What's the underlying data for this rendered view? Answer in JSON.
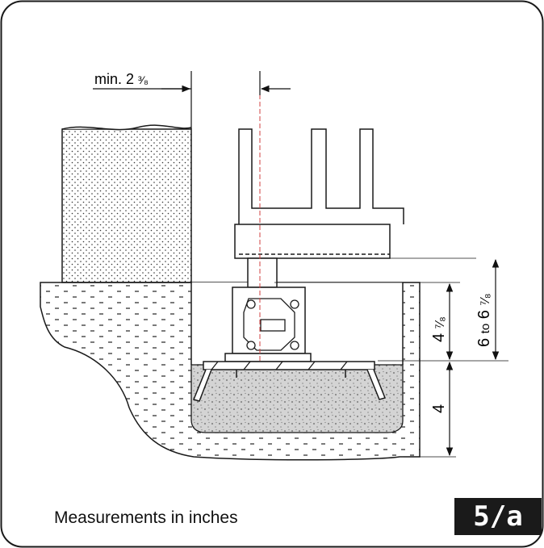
{
  "figure": {
    "caption": "Measurements in inches",
    "tag": "5/a"
  },
  "dimensions": {
    "offset_label": "min. 2 ³⁄₈",
    "offset_main": "min. 2",
    "offset_frac": "³⁄₈",
    "gearbox_height": "4 ⁷⁄₈",
    "gearbox_height_main": "4",
    "gearbox_height_frac": "⁷⁄₈",
    "rack_height": "6 to 6 ⁷⁄₈",
    "rack_height_main": "6",
    "rack_height_to": "to",
    "rack_height_b": "6",
    "rack_height_frac": "⁷⁄₈",
    "foundation_depth": "4"
  },
  "colors": {
    "outline": "#1a1a1a",
    "axis_dash": "#d04040",
    "concrete": "#cfcfcf"
  }
}
